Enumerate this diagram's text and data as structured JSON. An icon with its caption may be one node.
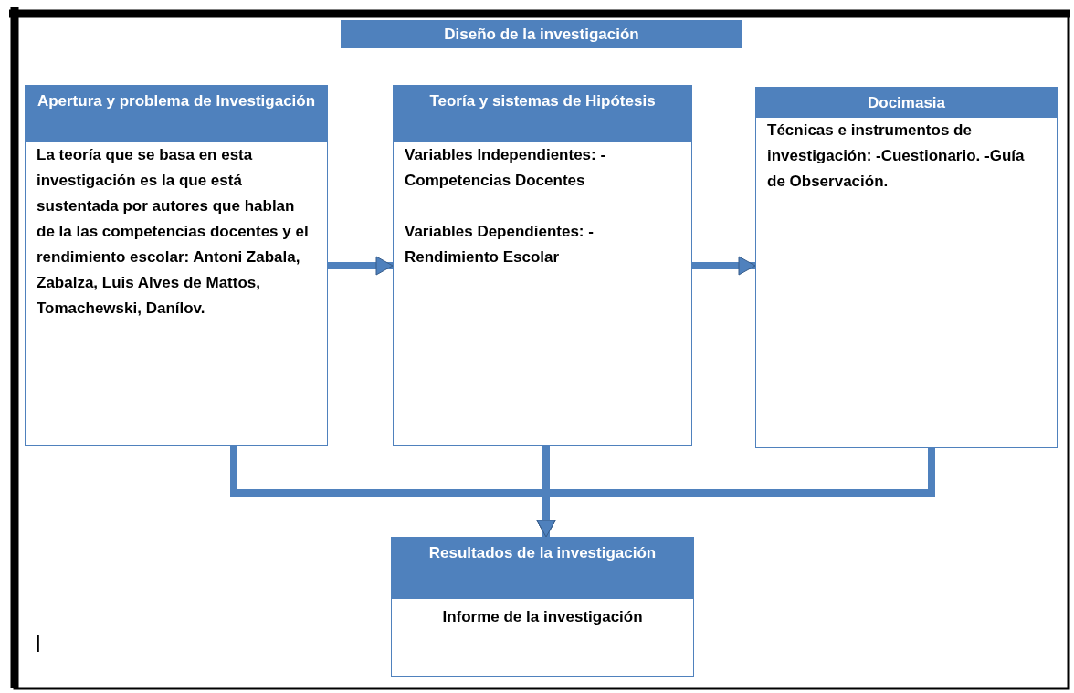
{
  "diagram": {
    "title": "Diseño de la investigación",
    "nodes": [
      {
        "text": [
          "Apertura y  problema de Investigación",
          "La teoría que se basa en esta investigación  es la que está sustentada por autores que hablan  de la las competencias docentes y el rendimiento escolar: Antoni  Zabala, Zabalza,   Luis Alves de Mattos, Tomachewski, Danílov."
        ]
      },
      {
        "text": [
          "Teoría y sistemas de Hipótesis",
          "Variables Independientes: -Competencias Docentes",
          "Variables Dependientes: -Rendimiento Escolar"
        ]
      },
      {
        "text": [
          "Docimasia",
          "Técnicas e instrumentos de investigación: -Cuestionario. -Guía de Observación."
        ]
      },
      {
        "text": [
          "Resultados de la investigación",
          "Informe de la investigación"
        ]
      }
    ],
    "edges": [
      {
        "from": 0,
        "to": 1,
        "arrow": "to"
      },
      {
        "from": 1,
        "to": 2,
        "arrow": "to"
      },
      {
        "from": 0,
        "to": 3,
        "arrow": "to"
      },
      {
        "from": 1,
        "to": 3,
        "arrow": "to"
      },
      {
        "from": 2,
        "to": 3,
        "arrow": "to"
      }
    ],
    "labels": [
      "I"
    ]
  }
}
